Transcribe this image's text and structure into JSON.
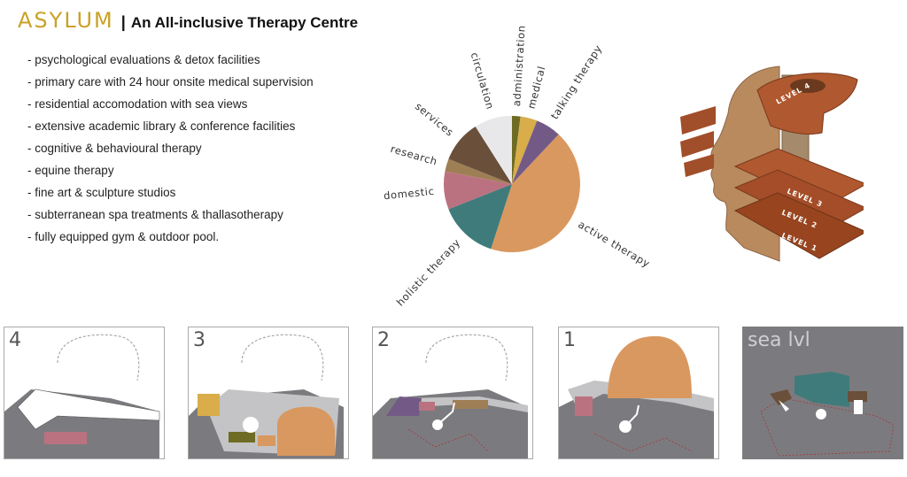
{
  "header": {
    "brand": "ASYLUM",
    "separator": "|",
    "subtitle": "An All-inclusive Therapy Centre"
  },
  "features": [
    "- psychological evaluations & detox facilities",
    "- primary care with 24 hour onsite medical supervision",
    "- residential accomodation with sea views",
    "- extensive academic library & conference facilities",
    "- cognitive & behavioural therapy",
    "- equine therapy",
    "- fine art & sculpture studios",
    "- subterranean spa treatments & thallasotherapy",
    "- fully equipped gym & outdoor pool."
  ],
  "colors": {
    "brand": "#c9a227",
    "active_therapy": "#d9985f",
    "holistic_therapy": "#3f7b7b",
    "domestic": "#bb7280",
    "research": "#9e7f55",
    "services": "#6a4f3a",
    "circulation": "#e8e8ea",
    "administration": "#6e6b24",
    "medical": "#d8ad4a",
    "talking_therapy": "#735a86",
    "plan_ground": "#7b7b7f",
    "plan_path": "#c4c4c6"
  },
  "chart_data": {
    "type": "pie",
    "start": "top",
    "direction": "clockwise",
    "slices": [
      {
        "label": "administration",
        "value": 2,
        "color": "#6e6b24"
      },
      {
        "label": "medical",
        "value": 4,
        "color": "#d8ad4a"
      },
      {
        "label": "talking therapy",
        "value": 6,
        "color": "#735a86"
      },
      {
        "label": "active therapy",
        "value": 43,
        "color": "#d9985f"
      },
      {
        "label": "holistic therapy",
        "value": 14,
        "color": "#3f7b7b"
      },
      {
        "label": "domestic",
        "value": 9,
        "color": "#bb7280"
      },
      {
        "label": "research",
        "value": 3,
        "color": "#9e7f55"
      },
      {
        "label": "services",
        "value": 10,
        "color": "#6a4f3a"
      },
      {
        "label": "circulation",
        "value": 9,
        "color": "#e8e8ea"
      }
    ]
  },
  "model": {
    "levels": [
      "LEVEL 4",
      "LEVEL 3",
      "LEVEL 2",
      "LEVEL 1"
    ]
  },
  "plans": [
    {
      "label": "4"
    },
    {
      "label": "3"
    },
    {
      "label": "2"
    },
    {
      "label": "1"
    },
    {
      "label": "sea lvl"
    }
  ]
}
